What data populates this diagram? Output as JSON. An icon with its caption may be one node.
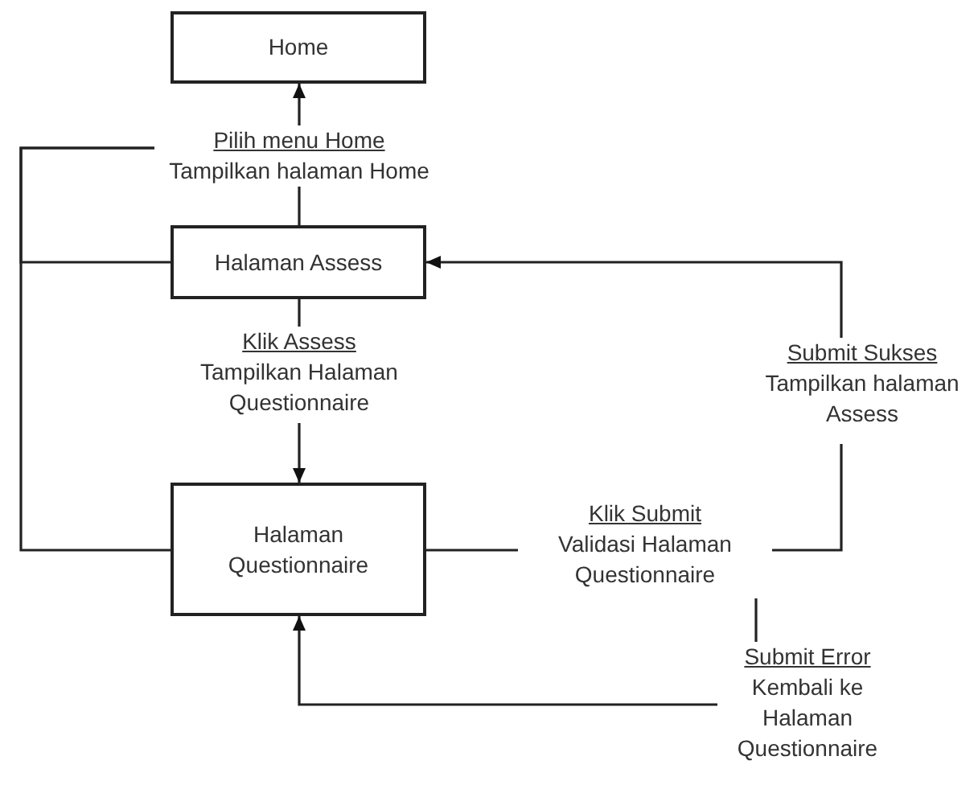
{
  "diagram": {
    "nodes": [
      {
        "text": [
          "Home"
        ]
      },
      {
        "text": [
          "Pilih menu Home",
          "Tampilkan halaman Home"
        ]
      },
      {
        "text": [
          "Halaman Assess"
        ]
      },
      {
        "text": [
          "Klik Assess",
          "Tampilkan Halaman Questionnaire"
        ]
      },
      {
        "text": [
          "Halaman Questionnaire"
        ]
      },
      {
        "text": [
          "Submit Sukses",
          "Tampilkan halaman Assess"
        ]
      },
      {
        "text": [
          "Klik Submit",
          "Validasi Halaman Questionnaire"
        ]
      },
      {
        "text": [
          "Submit Error",
          "Kembali ke Halaman Questionnaire"
        ]
      }
    ],
    "edges": [
      {
        "from": 2,
        "to": 1,
        "arrow": "none"
      },
      {
        "from": 1,
        "to": 0,
        "arrow": "to"
      },
      {
        "from": 4,
        "to": 1,
        "arrow": "none"
      },
      {
        "from": 2,
        "to": 1,
        "arrow": "none"
      },
      {
        "from": 2,
        "to": 3,
        "arrow": "none"
      },
      {
        "from": 3,
        "to": 4,
        "arrow": "to"
      },
      {
        "from": 4,
        "to": 6,
        "arrow": "none"
      },
      {
        "from": 6,
        "to": 5,
        "arrow": "none"
      },
      {
        "from": 5,
        "to": 2,
        "arrow": "to"
      },
      {
        "from": 6,
        "to": 7,
        "arrow": "none"
      },
      {
        "from": 7,
        "to": 4,
        "arrow": "to"
      }
    ]
  }
}
